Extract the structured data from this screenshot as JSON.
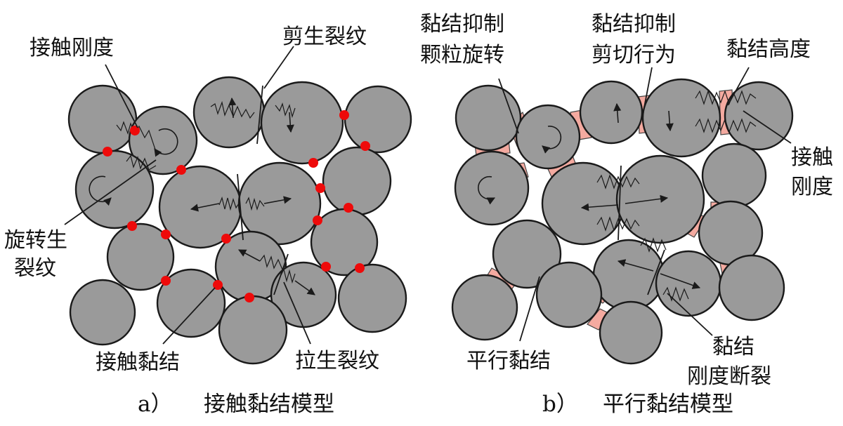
{
  "panel_a": {
    "caption_letter": "a）",
    "caption_text": "接触黏结模型",
    "labels": {
      "contact_stiffness": "接触刚度",
      "shear_crack": "剪生裂纹",
      "rotation_crack_line1": "旋转生",
      "rotation_crack_line2": "裂纹",
      "contact_bond": "接触黏结",
      "tensile_crack": "拉生裂纹"
    }
  },
  "panel_b": {
    "caption_letter": "b）",
    "caption_text": "平行黏结模型",
    "labels": {
      "bond_rotation_line1": "黏结抑制",
      "bond_rotation_line2": "颗粒旋转",
      "bond_shear_line1": "黏结抑制",
      "bond_shear_line2": "剪切行为",
      "bond_height": "黏结高度",
      "contact_stiffness_line1": "接触",
      "contact_stiffness_line2": "刚度",
      "parallel_bond": "平行黏结",
      "bond_break_line1": "黏结",
      "bond_break_line2": "刚度断裂"
    }
  },
  "colors": {
    "particle": "#9a9a9a",
    "contact_dot": "#ee0a0a",
    "parallel_bond": "#f4aaa0"
  }
}
